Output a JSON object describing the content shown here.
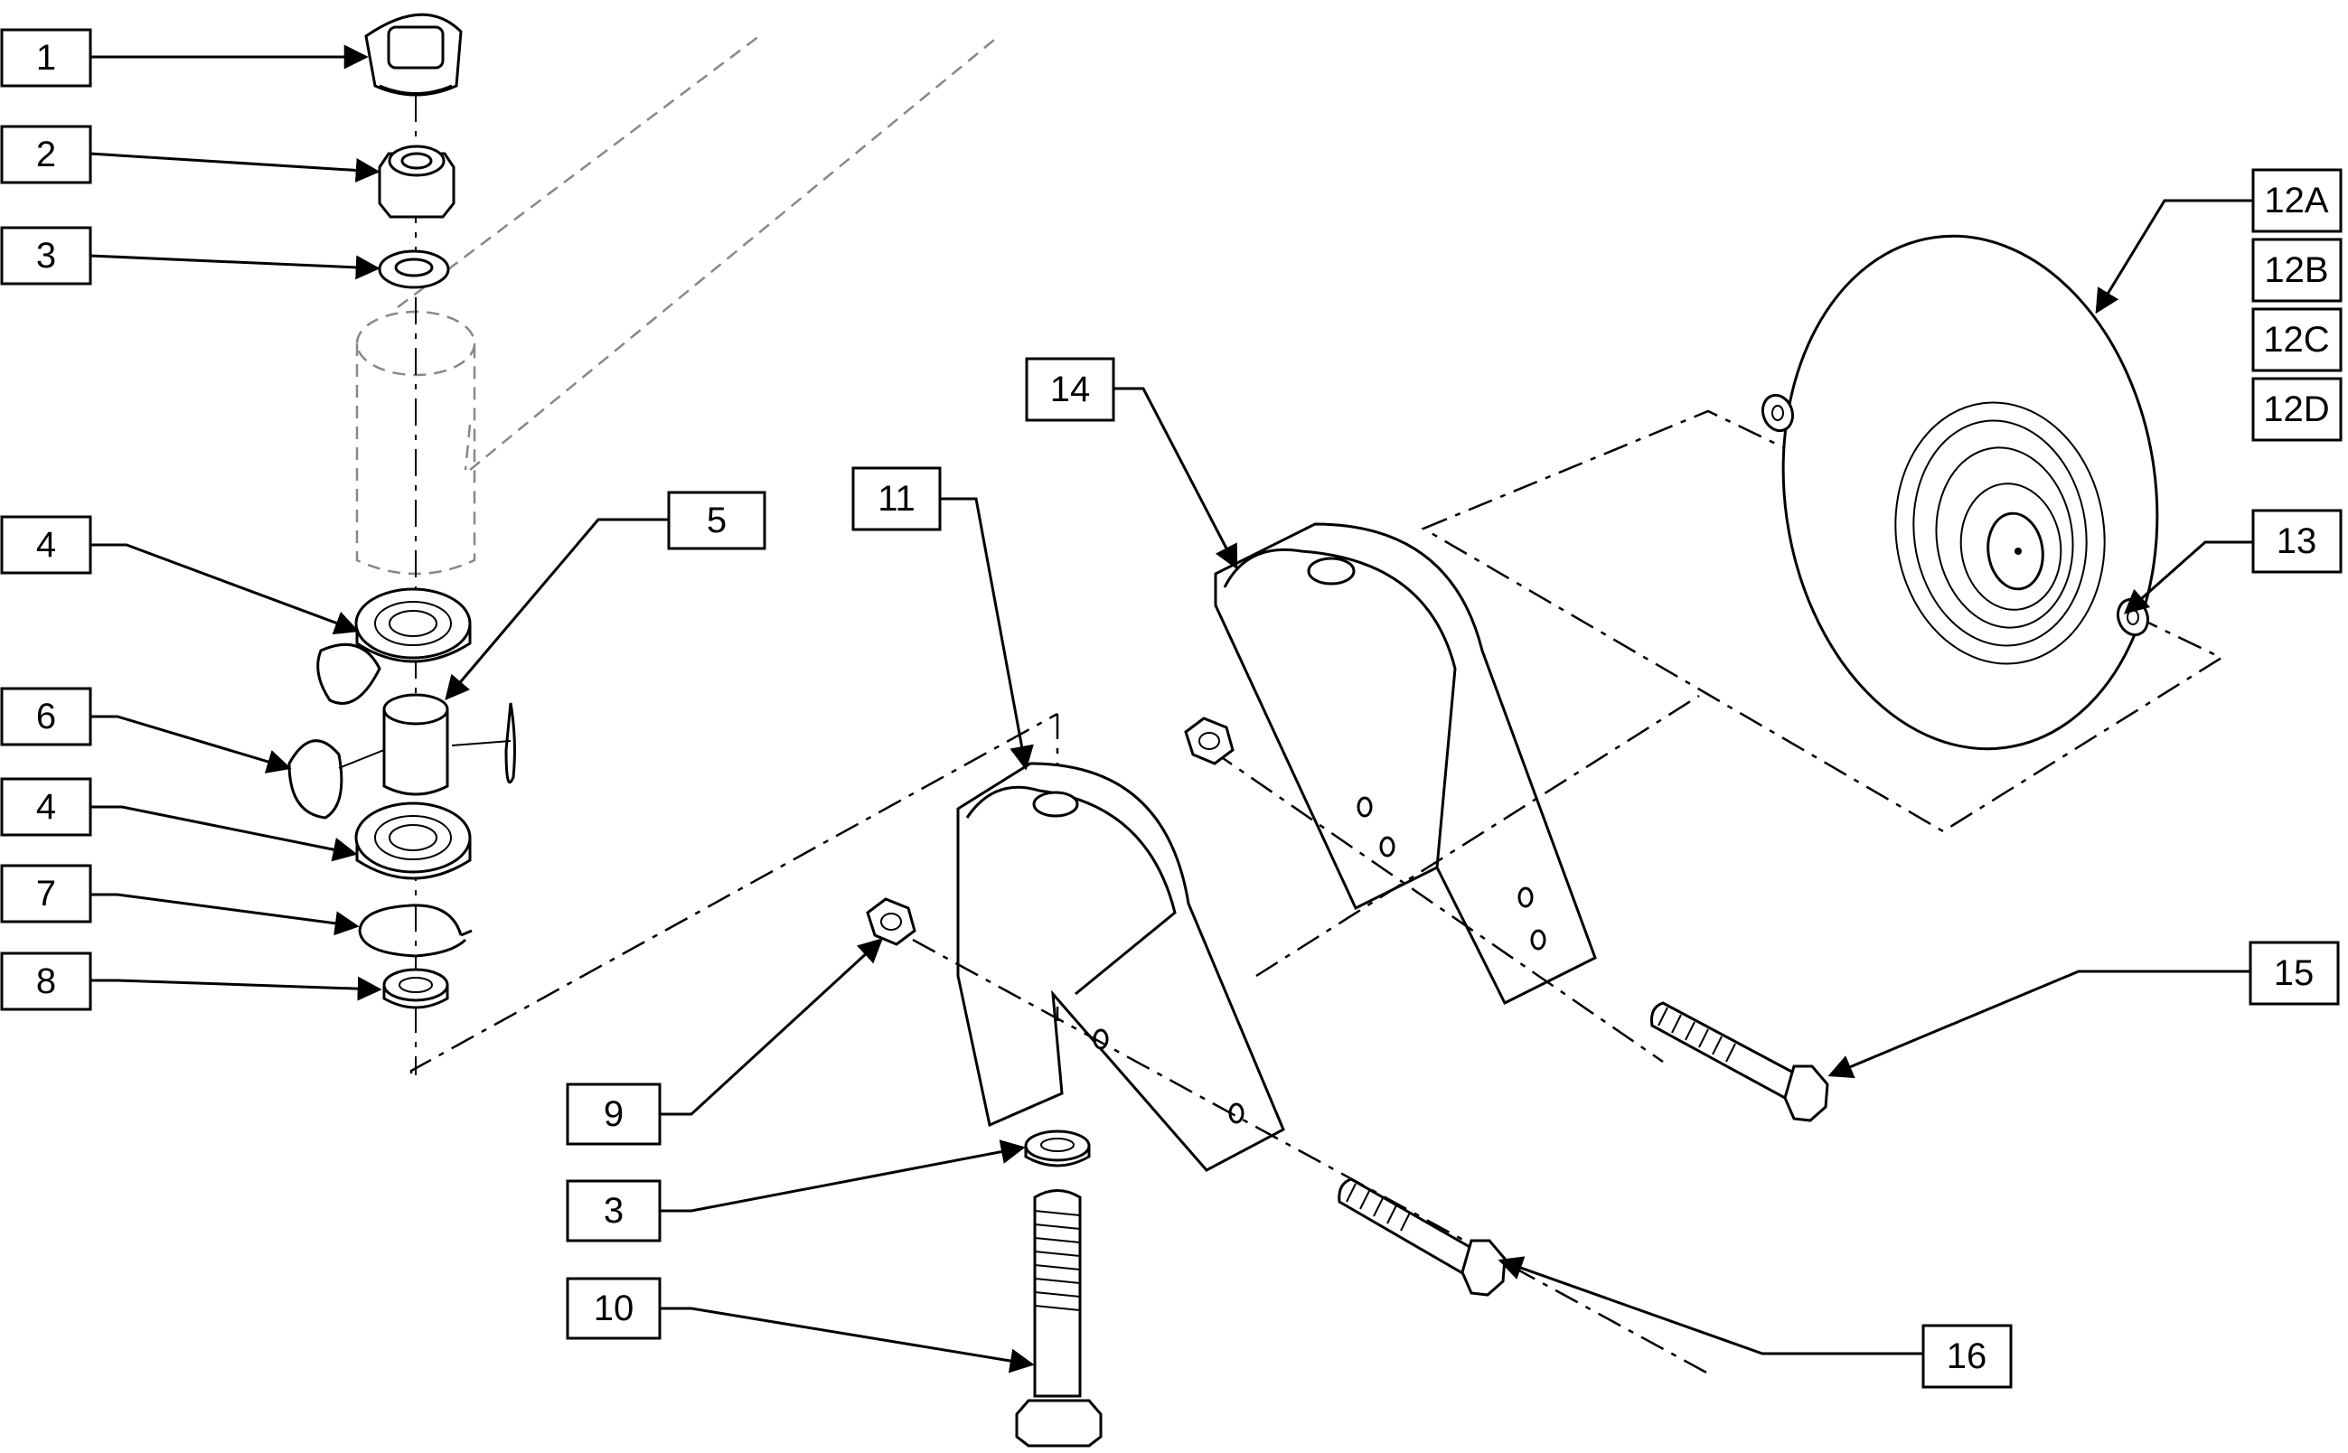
{
  "callouts": {
    "c1": "1",
    "c2": "2",
    "c3a": "3",
    "c4a": "4",
    "c5": "5",
    "c6": "6",
    "c4b": "4",
    "c7": "7",
    "c8": "8",
    "c9": "9",
    "c3b": "3",
    "c10": "10",
    "c11": "11",
    "c14": "14",
    "c12a": "12A",
    "c12b": "12B",
    "c12c": "12C",
    "c12d": "12D",
    "c13": "13",
    "c15": "15",
    "c16": "16"
  },
  "style": {
    "line_color": "#000000",
    "ghost_color": "#888888",
    "background": "#ffffff"
  }
}
